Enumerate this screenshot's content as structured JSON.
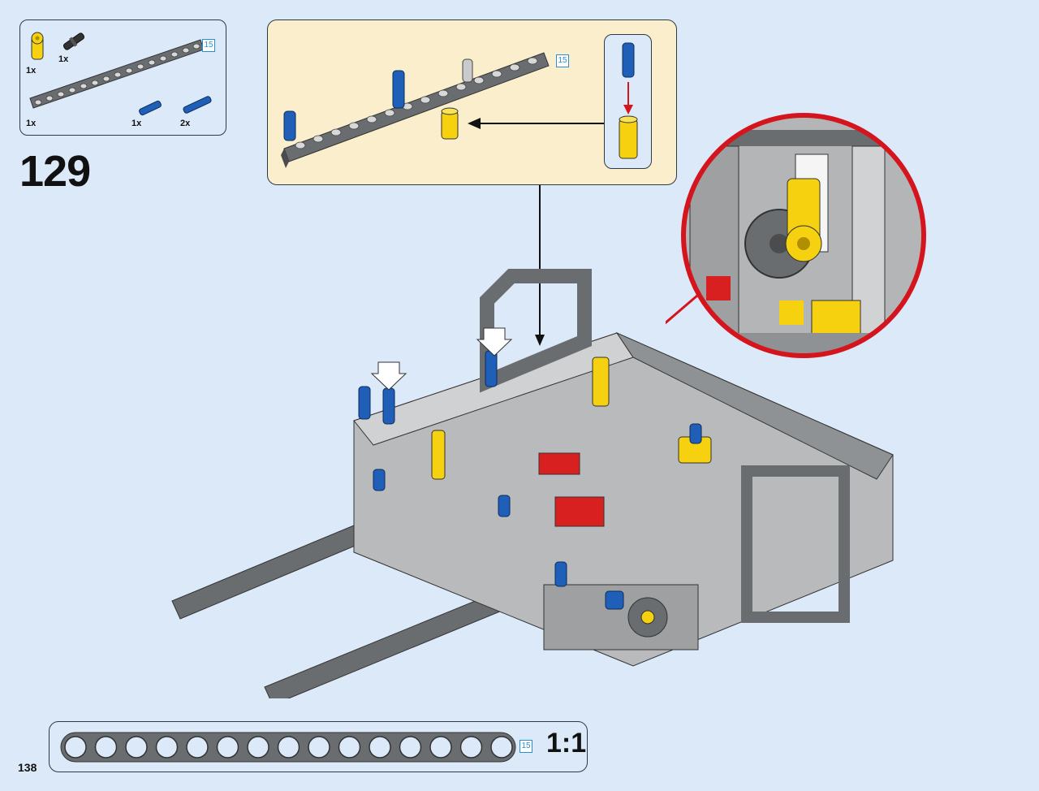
{
  "parts_list": {
    "items": [
      {
        "name": "yellow-axle-pin-connector",
        "qty": "1x"
      },
      {
        "name": "black-axle-pin",
        "qty": "1x"
      },
      {
        "name": "grey-15-liftarm",
        "qty": "1x"
      },
      {
        "name": "blue-axle-pin-short",
        "qty": "1x"
      },
      {
        "name": "blue-axle-pin-long",
        "qty": "2x"
      }
    ],
    "beam_length_badge": "15"
  },
  "step_number": "129",
  "subassembly": {
    "beam_length_badge": "15"
  },
  "scale": {
    "beam_length_badge": "15",
    "label": "1:1",
    "holes": 15
  },
  "page_number": "138",
  "colors": {
    "background": "#dce9f8",
    "panel_blue": "#dbe9f8",
    "panel_cream": "#faeecc",
    "callout_red": "#d4151d",
    "part_blue": "#1f5fb8",
    "part_yellow": "#f5d10f",
    "part_red": "#d92020",
    "beam_dark": "#6a6d70",
    "beam_light": "#c8cacc"
  }
}
